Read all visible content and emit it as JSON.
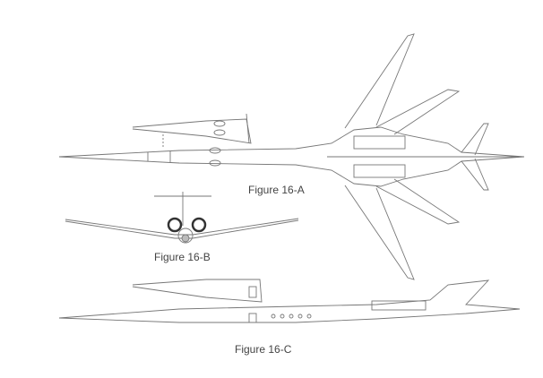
{
  "figures": [
    {
      "label": "Figure 16-A",
      "view": "top"
    },
    {
      "label": "Figure 16-B",
      "view": "front"
    },
    {
      "label": "Figure 16-C",
      "view": "side"
    }
  ]
}
